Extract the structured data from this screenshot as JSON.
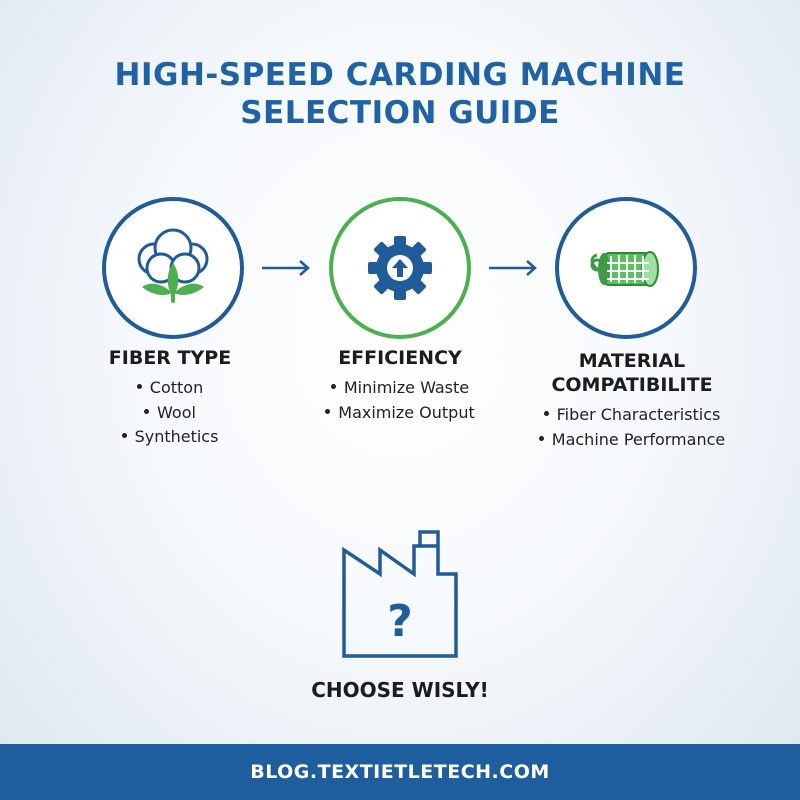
{
  "title": {
    "line1": "HIGH-SPEED CARDING MACHINE",
    "line2": "SELECTION GUIDE"
  },
  "colors": {
    "brand_blue": "#1f63a6",
    "accent_green": "#4caf50",
    "footer_bg": "#1e5e9f"
  },
  "steps": [
    {
      "icon": "cotton-plant-icon",
      "title": "FIBER TYPE",
      "items": [
        "Cotton",
        "Wool",
        "Synthetics"
      ]
    },
    {
      "icon": "gear-arrow-icon",
      "title": "EFFICIENCY",
      "items": [
        "Minimize Waste",
        "Maximize Output"
      ]
    },
    {
      "icon": "yarn-spool-icon",
      "title_line1": "MATERIAL",
      "title_line2": "COMPATIBILITE",
      "items": [
        "Fiber Characteristics",
        "Machine Performance"
      ]
    }
  ],
  "cta": "CHOOSE WISLY!",
  "footer": "BLOG.TEXTIETLETECH.COM"
}
